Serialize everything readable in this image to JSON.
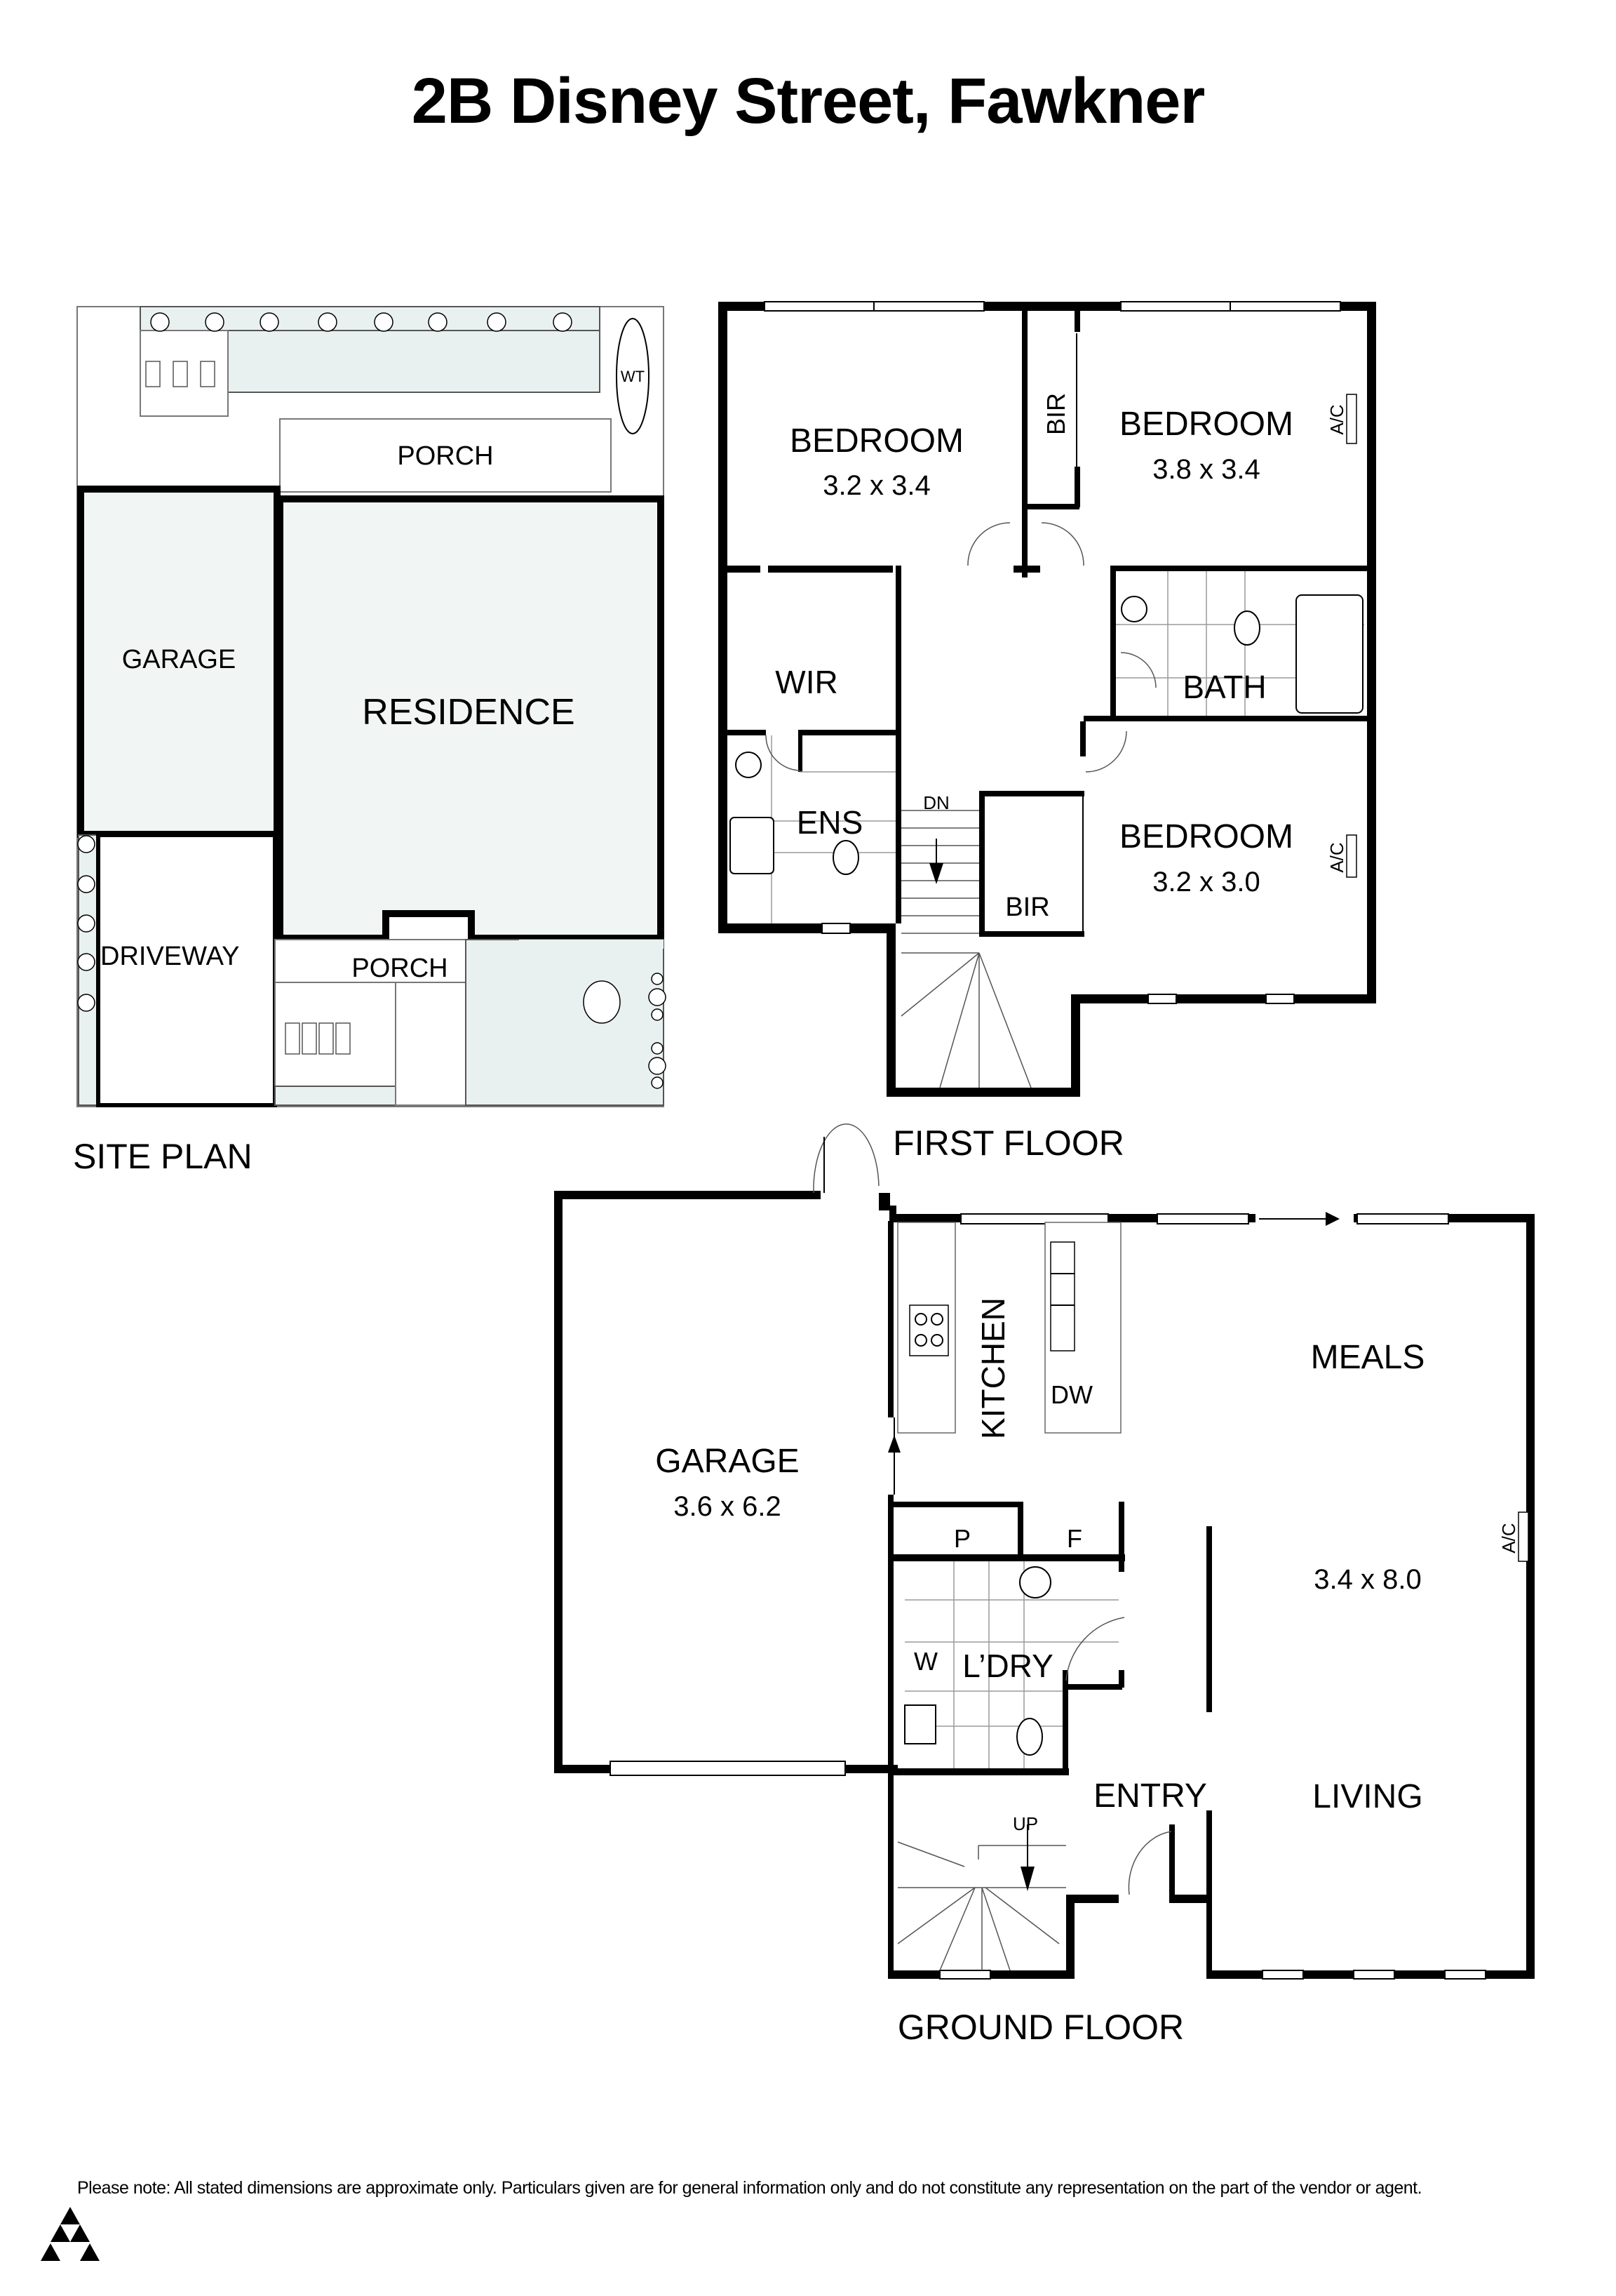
{
  "title": "2B Disney Street, Fawkner",
  "site_plan": {
    "heading": "SITE PLAN",
    "labels": {
      "porch_top": "PORCH",
      "water_tank": "WT",
      "garage": "GARAGE",
      "residence": "RESIDENCE",
      "driveway": "DRIVEWAY",
      "porch_bottom": "PORCH"
    }
  },
  "first_floor": {
    "heading": "FIRST FLOOR",
    "rooms": [
      {
        "name": "BEDROOM",
        "size": "3.2 x 3.4"
      },
      {
        "name": "BEDROOM",
        "size": "3.8 x 3.4"
      },
      {
        "name": "BEDROOM",
        "size": "3.2 x 3.0"
      }
    ],
    "labels": {
      "bir_top": "BIR",
      "bir_bottom": "BIR",
      "wir": "WIR",
      "ens": "ENS",
      "bath": "BATH",
      "stairs": "DN",
      "ac_1": "A/C",
      "ac_2": "A/C"
    }
  },
  "ground_floor": {
    "heading": "GROUND FLOOR",
    "rooms": [
      {
        "name": "GARAGE",
        "size": "3.6 x 6.2"
      },
      {
        "name": "MEALS",
        "size": ""
      },
      {
        "name": "LIVING",
        "size": "3.4 x 8.0"
      }
    ],
    "labels": {
      "kitchen": "KITCHEN",
      "dishwasher": "DW",
      "pantry": "P",
      "fridge": "F",
      "washer": "W",
      "laundry": "L’DRY",
      "entry": "ENTRY",
      "stairs": "UP",
      "ac": "A/C"
    }
  },
  "disclaimer": "Please note: All stated dimensions are approximate only. Particulars given are for general information only and do not constitute any representation on the part of the vendor or agent.",
  "colors": {
    "wall": "#000000",
    "landscape_fill": "#e9f1f0",
    "building_fill": "#f1f5f4"
  }
}
